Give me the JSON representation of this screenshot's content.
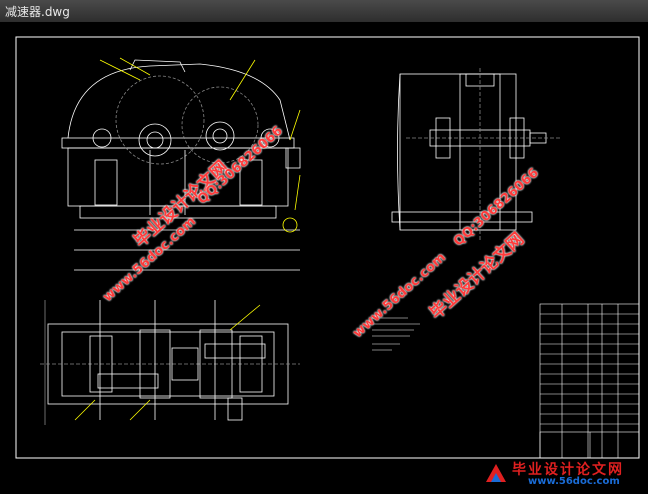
{
  "window": {
    "title": "减速器.dwg"
  },
  "watermarks": {
    "site_cn": "毕业设计论文网",
    "site_url": "www.56doc.com",
    "qq": "QQ:306826066"
  },
  "logo": {
    "cn": "毕业设计论文网",
    "url": "www.56doc.com"
  },
  "colors": {
    "background": "#000000",
    "drawing_lines": "#ffffff",
    "annotations": "#ffff00",
    "watermark_red": "#ff3b3b"
  }
}
